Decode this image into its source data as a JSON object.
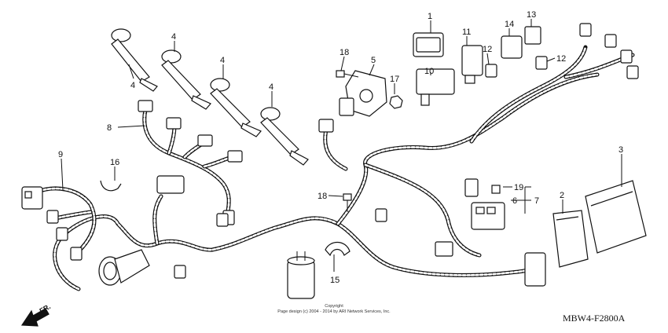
{
  "callouts": [
    "1",
    "2",
    "3",
    "4",
    "4",
    "4",
    "4",
    "5",
    "6",
    "7",
    "8",
    "9",
    "10",
    "11",
    "12",
    "12",
    "13",
    "14",
    "15",
    "16",
    "17",
    "18",
    "18",
    "19"
  ],
  "direction_label": "FR.",
  "copyright_line1": "Copyright",
  "copyright_line2": "Page design (c) 2004 - 2014 by ARI Network Services, Inc.",
  "figure_code": "MBW4-F2800A"
}
